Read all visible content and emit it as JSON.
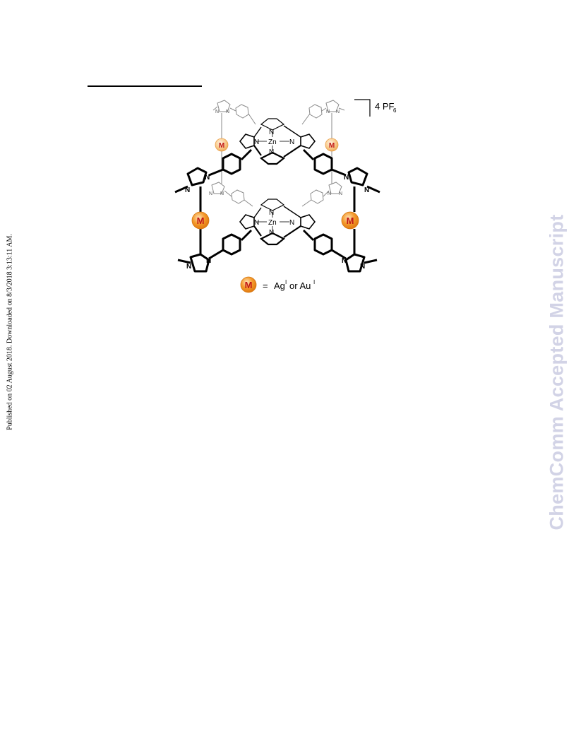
{
  "margin_note": "Published on 02 August 2018. Downloaded on 8/3/2018 3:13:11 AM.",
  "watermark": "ChemComm Accepted Manuscript",
  "figure": {
    "counterion": "4 PF",
    "counterion_sub": "6",
    "metal_symbol": "M",
    "zinc_symbol": "Zn",
    "nitrogen_symbol": "N",
    "legend_equals": "=",
    "legend_ag": "Ag",
    "legend_sup1": "I",
    "legend_or": "or Au",
    "legend_sup2": "I",
    "colors": {
      "metal_fill": "#f49a2c",
      "metal_fill_light": "#f9cc90",
      "metal_text": "#c01616",
      "watermark": "#d2d3e6"
    }
  }
}
